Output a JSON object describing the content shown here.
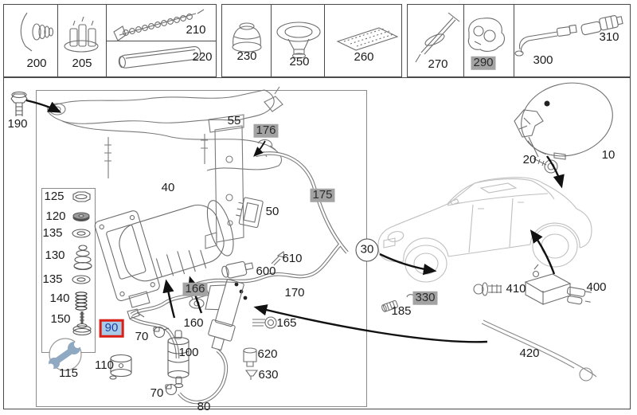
{
  "colors": {
    "highlight_border": "#dc1f14",
    "highlight_bg": "#a9cbe7",
    "highlight_text": "#1d3e9e",
    "gray_tag_bg": "#a3a3a3",
    "line_art": "#777777",
    "car_line_art": "#bfbfbf",
    "arrow": "#111111",
    "wrench_icon": "#8fa9c3"
  },
  "selected_part": "90",
  "gray_tagged_parts": [
    "290",
    "176",
    "175",
    "166",
    "330"
  ],
  "labels": {
    "l200": {
      "text": "200"
    },
    "l205": {
      "text": "205"
    },
    "l210": {
      "text": "210"
    },
    "l220": {
      "text": "220"
    },
    "l230": {
      "text": "230"
    },
    "l250": {
      "text": "250"
    },
    "l260": {
      "text": "260"
    },
    "l270": {
      "text": "270"
    },
    "l290": {
      "text": "290"
    },
    "l300": {
      "text": "300"
    },
    "l310": {
      "text": "310"
    },
    "l190": {
      "text": "190"
    },
    "l55": {
      "text": "55"
    },
    "l176": {
      "text": "176"
    },
    "l175": {
      "text": "175"
    },
    "l40": {
      "text": "40"
    },
    "l50": {
      "text": "50"
    },
    "l125": {
      "text": "125"
    },
    "l120": {
      "text": "120"
    },
    "l135a": {
      "text": "135"
    },
    "l130": {
      "text": "130"
    },
    "l135b": {
      "text": "135"
    },
    "l140": {
      "text": "140"
    },
    "l150": {
      "text": "150"
    },
    "l115": {
      "text": "115"
    },
    "l90": {
      "text": "90"
    },
    "l110": {
      "text": "110"
    },
    "l70a": {
      "text": "70"
    },
    "l70b": {
      "text": "70"
    },
    "l80": {
      "text": "80"
    },
    "l100": {
      "text": "100"
    },
    "l160": {
      "text": "160"
    },
    "l166": {
      "text": "166"
    },
    "l165": {
      "text": "165"
    },
    "l600": {
      "text": "600"
    },
    "l610": {
      "text": "610"
    },
    "l170": {
      "text": "170"
    },
    "l620": {
      "text": "620"
    },
    "l630": {
      "text": "630"
    },
    "l30": {
      "text": "30"
    },
    "l185": {
      "text": "185"
    },
    "l330": {
      "text": "330"
    },
    "l10": {
      "text": "10"
    },
    "l20": {
      "text": "20"
    },
    "l400": {
      "text": "400"
    },
    "l410": {
      "text": "410"
    },
    "l420": {
      "text": "420"
    }
  }
}
